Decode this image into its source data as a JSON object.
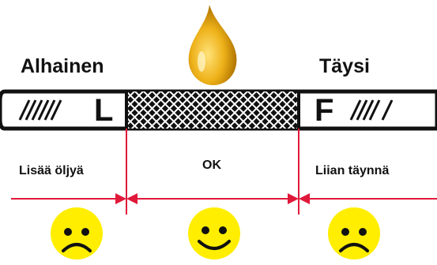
{
  "title_low": "Alhainen",
  "title_full": "Täysi",
  "dipstick": {
    "low_mark": "L",
    "full_mark": "F"
  },
  "zones": {
    "left": "Lisää öljyä",
    "middle": "OK",
    "right": "Liian täynnä"
  },
  "faces": [
    "sad",
    "happy",
    "sad"
  ],
  "colors": {
    "indicator": "#e0183a",
    "face": "#ffee00",
    "oil_drop": "#e8a80f"
  }
}
